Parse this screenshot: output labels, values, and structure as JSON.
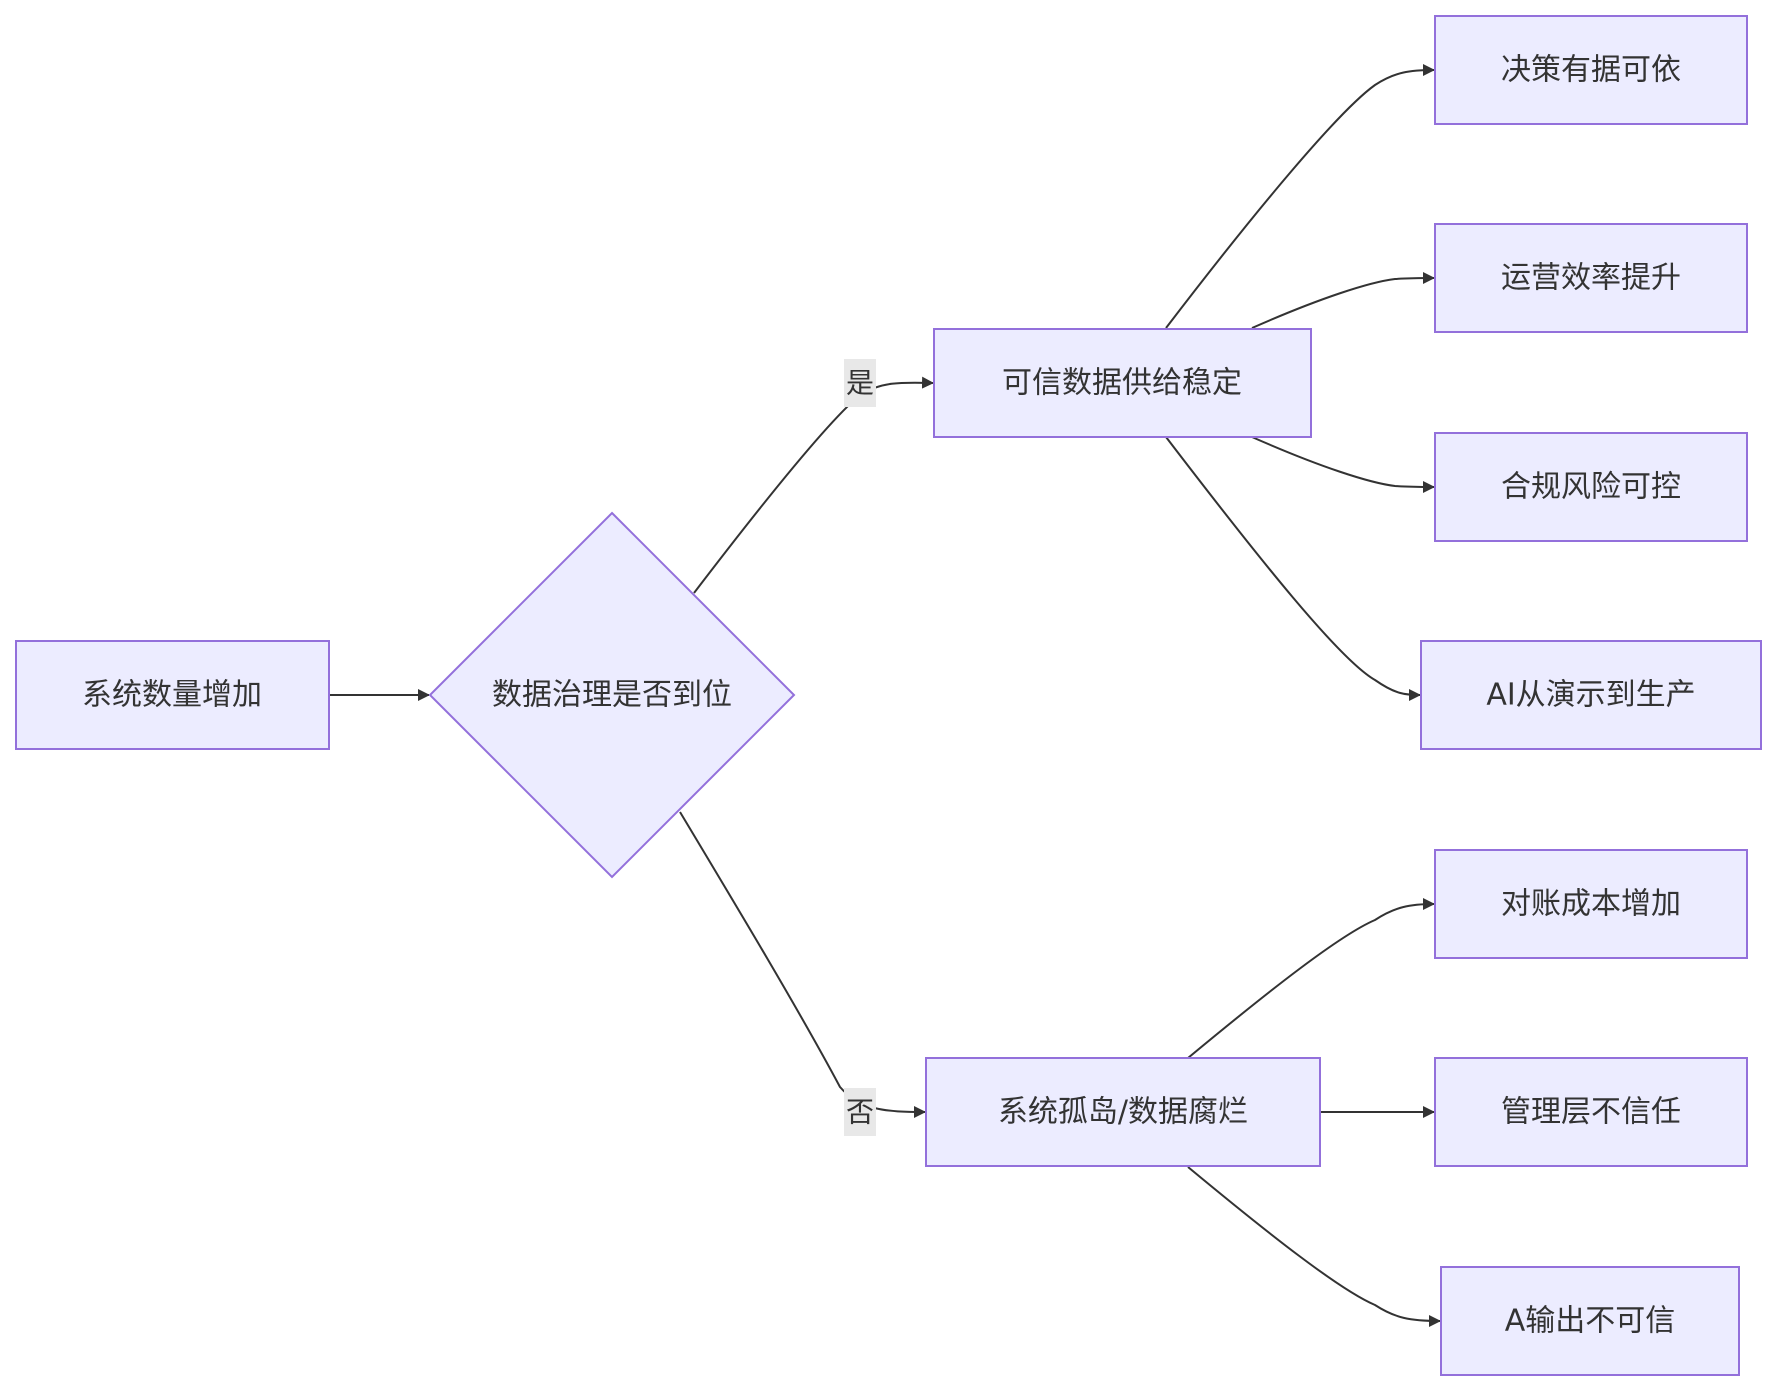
{
  "nodes": {
    "start": "系统数量增加",
    "decision": "数据治理是否到位",
    "yes_path": "可信数据供给稳定",
    "no_path": "系统孤岛/数据腐烂",
    "outcome_decision": "决策有据可依",
    "outcome_efficiency": "运营效率提升",
    "outcome_compliance": "合规风险可控",
    "outcome_ai": "AI从演示到生产",
    "outcome_reconcile": "对账成本增加",
    "outcome_distrust": "管理层不信任",
    "outcome_ai_untrusted": "A输出不可信"
  },
  "edge_labels": {
    "yes": "是",
    "no": "否"
  },
  "colors": {
    "node_fill": "#ECECFF",
    "node_stroke": "#9370DB",
    "edge": "#333333",
    "edge_label_bg": "#E8E8E8",
    "text": "#333333"
  }
}
